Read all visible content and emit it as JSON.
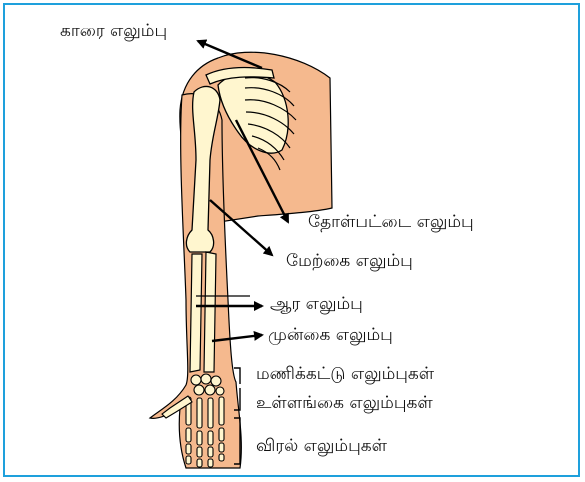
{
  "colors": {
    "frame": "#1ea0dc",
    "skin": "#f5b98e",
    "bone": "#fff6cf",
    "outline": "#000000"
  },
  "labels": {
    "clavicle": "காரை எலும்பு",
    "scapula": "தோள்பட்டை எலும்பு",
    "humerus": "மேற்கை எலும்பு",
    "radius": "ஆர எலும்பு",
    "ulna": "முன்கை எலும்பு",
    "carpals": "மணிக்கட்டு எலும்புகள்",
    "metacarpals": "உள்ளங்கை எலும்புகள்",
    "phalanges": "விரல் எலும்புகள்"
  }
}
